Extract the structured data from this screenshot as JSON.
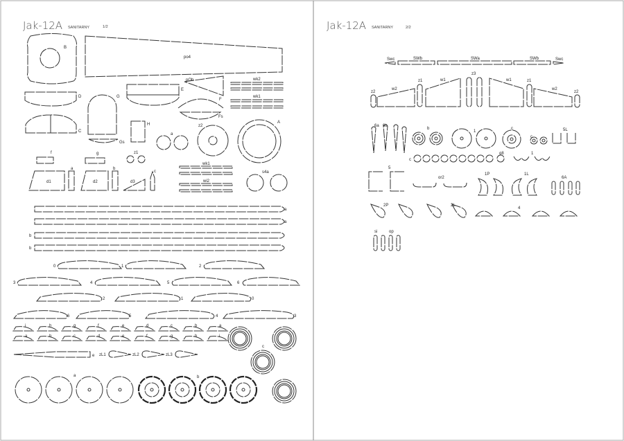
{
  "sheet_left": {
    "title": "Jak-12A",
    "subtitle": "SANITARNY",
    "page": "1/2",
    "labels": {
      "B": "B",
      "po4": "po4",
      "pOb": "pOb",
      "wk2": "wk2",
      "wk1": "wk1",
      "D": "D",
      "G": "G",
      "E": "E",
      "F": "F",
      "Fs": "Fs",
      "C": "C",
      "H": "H",
      "Gs": "Gs",
      "a": "a",
      "z2": "z2",
      "A": "A",
      "f": "f",
      "g": "g",
      "z1": "z1",
      "d1": "d1",
      "d2": "d2",
      "d3": "d3",
      "sa": "a",
      "sb": "b",
      "sc": "c",
      "wk1b": "wk1",
      "wi2": "wi2",
      "s4a": "s4a",
      "spar_a": "a",
      "spar_b": "b",
      "prop": "e",
      "c": "c",
      "disc_a": "a",
      "disc_b": "b"
    },
    "ribs_row1": [
      "0",
      "1",
      "2"
    ],
    "ribs_row2": [
      "3",
      "4",
      "5",
      "6"
    ],
    "ribs_row3": [
      "2",
      "1",
      "0"
    ],
    "ribs_row4": [
      "6",
      "5",
      "4",
      "3"
    ],
    "small_ribs_1": [
      "i",
      "h",
      "g",
      "f",
      "e",
      "d",
      "c",
      "b",
      "a"
    ],
    "small_ribs_2": [
      "a",
      "b",
      "c",
      "d",
      "e",
      "f",
      "g",
      "h",
      "i"
    ],
    "struts": [
      "zL1",
      "zL2",
      "zL3"
    ]
  },
  "sheet_right": {
    "title": "Jak-12A",
    "subtitle": "SANITARNY",
    "page": "2/2",
    "labels": {
      "swc": "Swc",
      "swb": "SWb",
      "swa": "SWa",
      "z2": "z2",
      "z1": "z1",
      "z3": "z3",
      "w2": "w2",
      "w1": "w1",
      "s6": "6b",
      "s6a": "6a",
      "b": "b",
      "one": "1",
      "c": "c",
      "c2": "c",
      "sl": "5L",
      "c3": "c",
      "g8": "g8",
      "one2": "1",
      "five": "5",
      "or2": "or2",
      "p1": "1P",
      "l1": "1L",
      "sixA": "6A",
      "p2": "2P",
      "l2": "2L",
      "four": "4",
      "si": "si",
      "op": "op"
    }
  }
}
